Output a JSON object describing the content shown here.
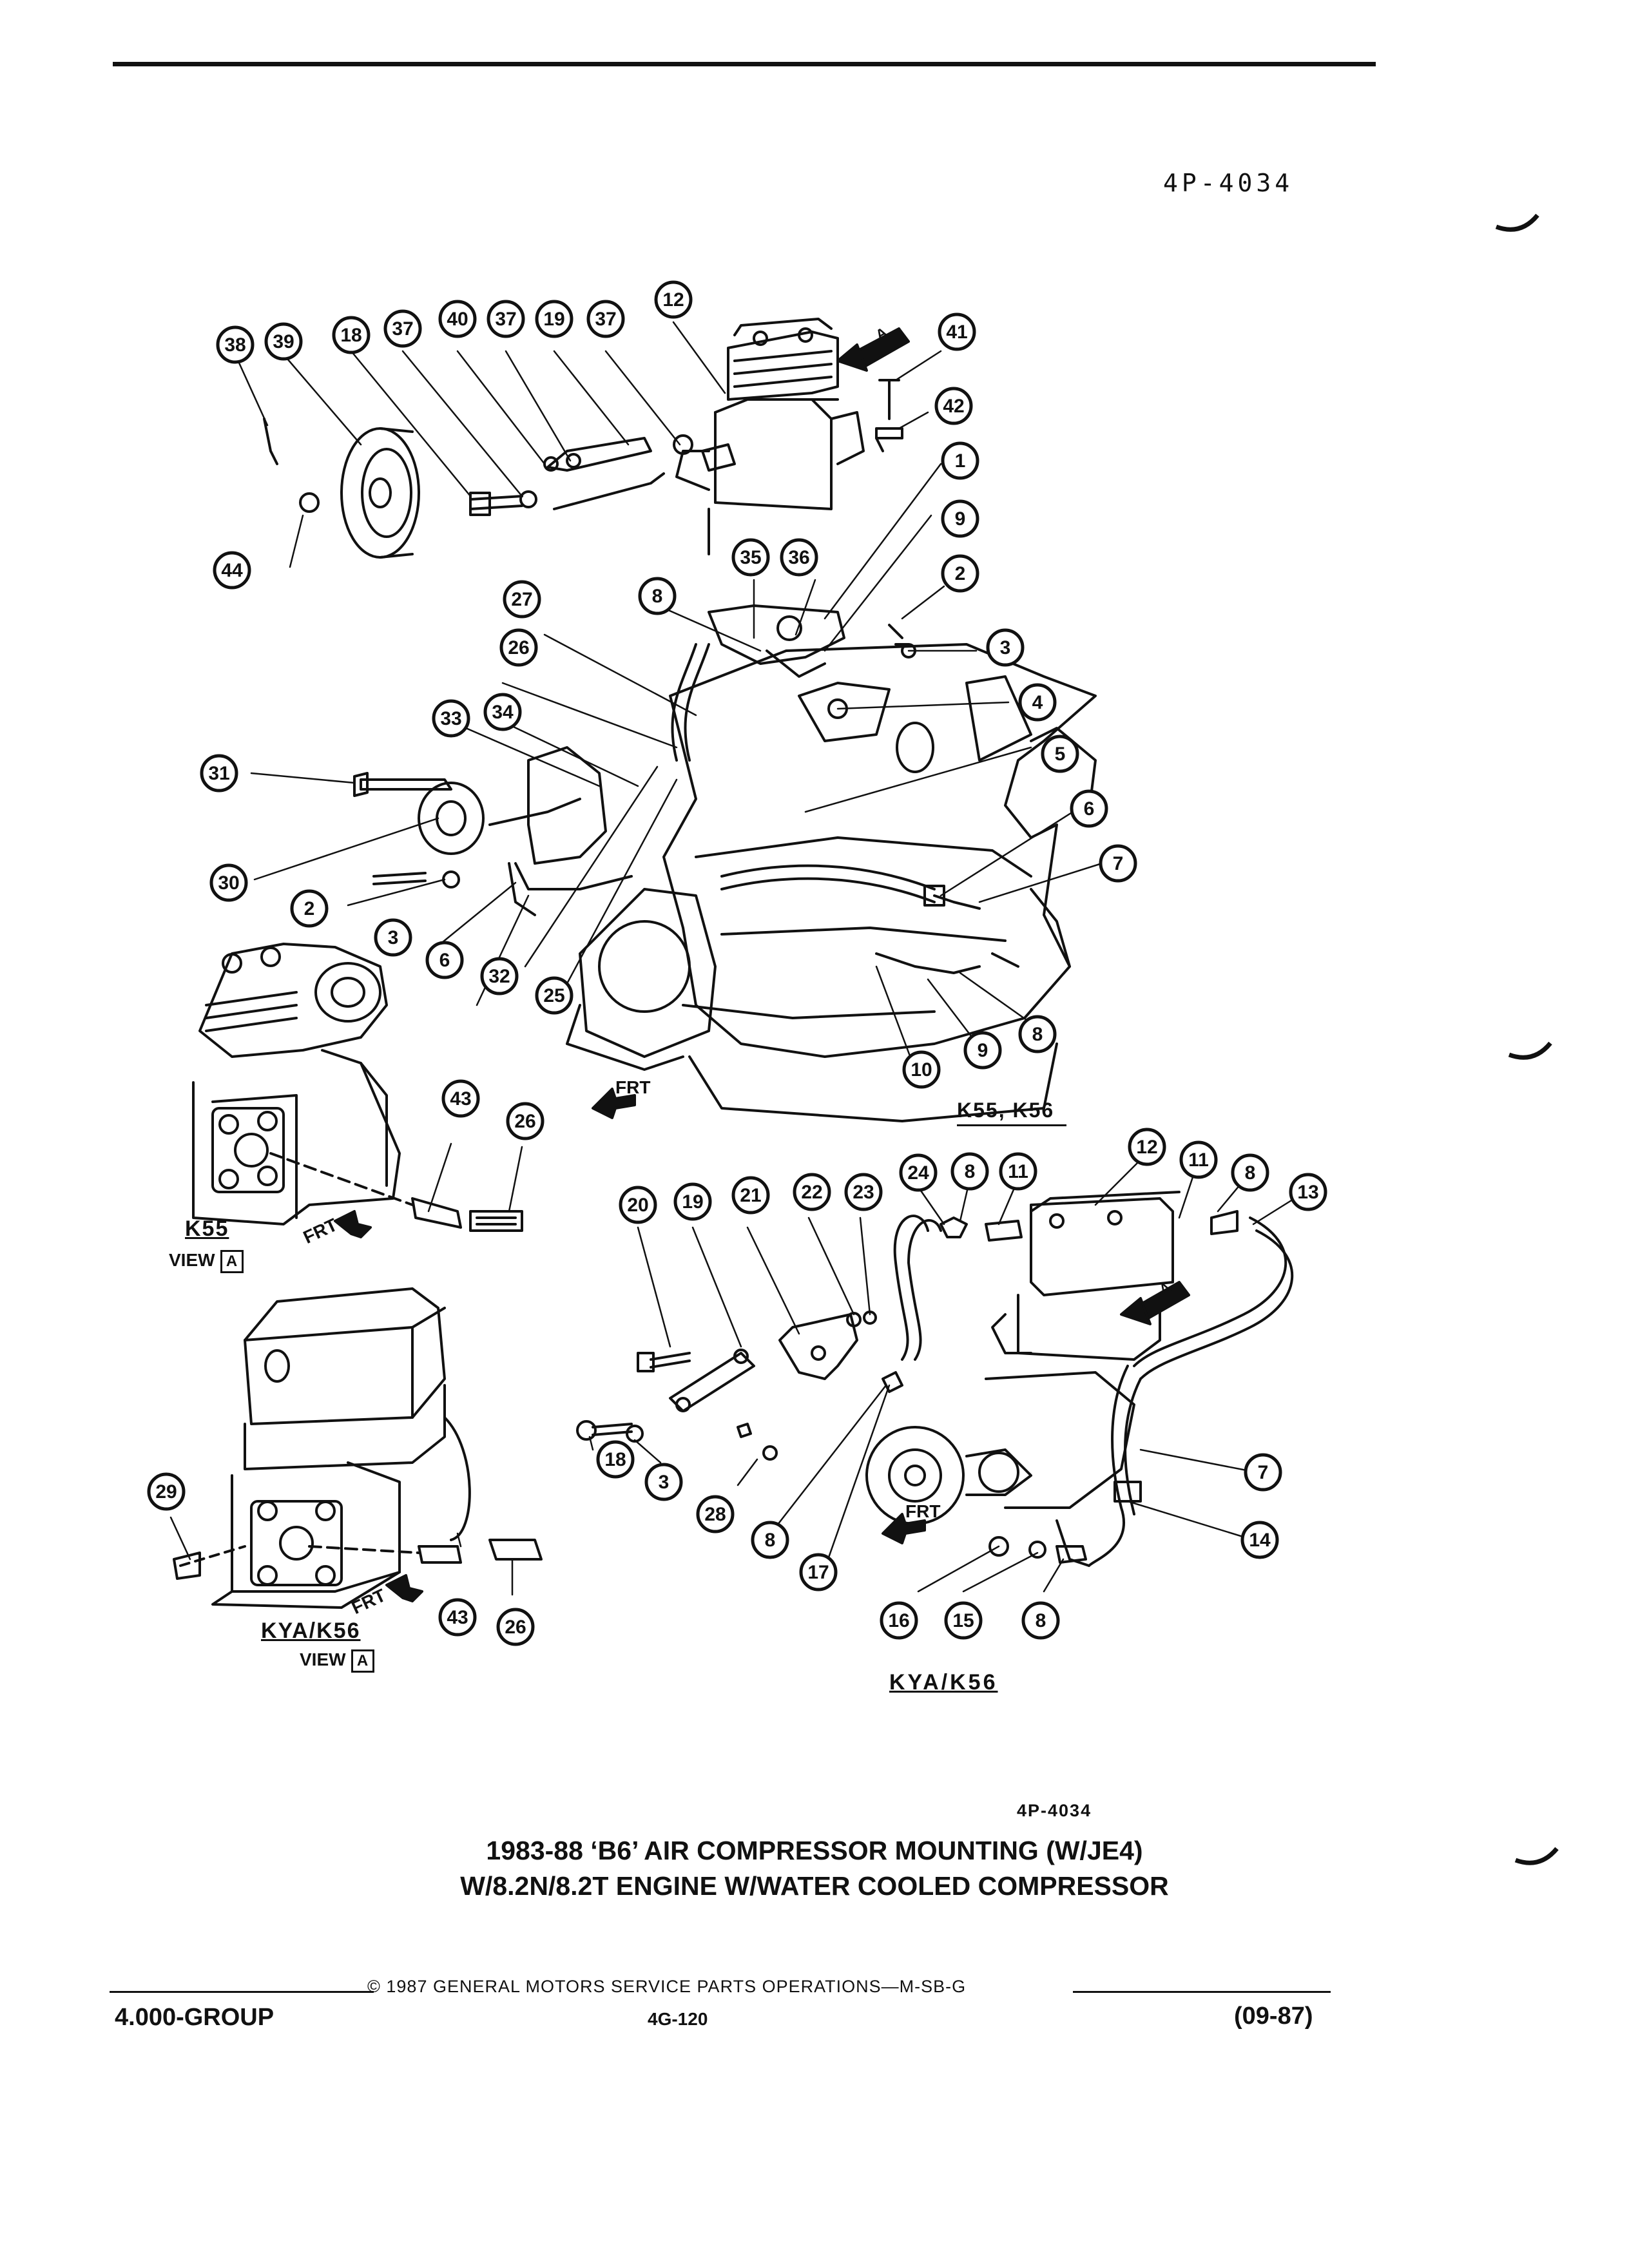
{
  "header": {
    "figure_number": "4P-4034"
  },
  "figure_ref": "4P-4034",
  "caption": {
    "line1": "1983-88 ‘B6’ AIR COMPRESSOR MOUNTING (W/JE4)",
    "line2": "W/8.2N/8.2T ENGINE W/WATER COOLED COMPRESSOR"
  },
  "footer": {
    "group": "4.000-GROUP",
    "copyright": "© 1987 GENERAL MOTORS SERVICE PARTS OPERATIONS—M-SB-G",
    "page": "4G-120",
    "date": "(09-87)"
  },
  "labels": {
    "k55_k56": "K55, K56",
    "k55": "K55",
    "kya_k56_view": "KYA/K56",
    "kya_k56_section": "KYA/K56",
    "view": "VIEW",
    "view_letter": "A",
    "arrow_letter": "A",
    "frt": "FRT"
  },
  "callouts": [
    {
      "id": "38",
      "n": "38"
    },
    {
      "id": "39",
      "n": "39"
    },
    {
      "id": "18a",
      "n": "18"
    },
    {
      "id": "37a",
      "n": "37"
    },
    {
      "id": "40",
      "n": "40"
    },
    {
      "id": "37b",
      "n": "37"
    },
    {
      "id": "19a",
      "n": "19"
    },
    {
      "id": "37c",
      "n": "37"
    },
    {
      "id": "12a",
      "n": "12"
    },
    {
      "id": "41",
      "n": "41"
    },
    {
      "id": "42",
      "n": "42"
    },
    {
      "id": "1",
      "n": "1"
    },
    {
      "id": "9a",
      "n": "9"
    },
    {
      "id": "2a",
      "n": "2"
    },
    {
      "id": "3a",
      "n": "3"
    },
    {
      "id": "4",
      "n": "4"
    },
    {
      "id": "5",
      "n": "5"
    },
    {
      "id": "6a",
      "n": "6"
    },
    {
      "id": "7a",
      "n": "7"
    },
    {
      "id": "44",
      "n": "44"
    },
    {
      "id": "35",
      "n": "35"
    },
    {
      "id": "36",
      "n": "36"
    },
    {
      "id": "8a",
      "n": "8"
    },
    {
      "id": "27",
      "n": "27"
    },
    {
      "id": "26a",
      "n": "26"
    },
    {
      "id": "33",
      "n": "33"
    },
    {
      "id": "34",
      "n": "34"
    },
    {
      "id": "31",
      "n": "31"
    },
    {
      "id": "30",
      "n": "30"
    },
    {
      "id": "2b",
      "n": "2"
    },
    {
      "id": "3b",
      "n": "3"
    },
    {
      "id": "6b",
      "n": "6"
    },
    {
      "id": "32",
      "n": "32"
    },
    {
      "id": "25",
      "n": "25"
    },
    {
      "id": "10",
      "n": "10"
    },
    {
      "id": "9b",
      "n": "9"
    },
    {
      "id": "8b",
      "n": "8"
    },
    {
      "id": "43a",
      "n": "43"
    },
    {
      "id": "26b",
      "n": "26"
    },
    {
      "id": "12b",
      "n": "12"
    },
    {
      "id": "11a",
      "n": "11"
    },
    {
      "id": "8c",
      "n": "8"
    },
    {
      "id": "13",
      "n": "13"
    },
    {
      "id": "24",
      "n": "24"
    },
    {
      "id": "8d",
      "n": "8"
    },
    {
      "id": "11b",
      "n": "11"
    },
    {
      "id": "20",
      "n": "20"
    },
    {
      "id": "19b",
      "n": "19"
    },
    {
      "id": "21",
      "n": "21"
    },
    {
      "id": "22",
      "n": "22"
    },
    {
      "id": "23",
      "n": "23"
    },
    {
      "id": "7b",
      "n": "7"
    },
    {
      "id": "14",
      "n": "14"
    },
    {
      "id": "29",
      "n": "29"
    },
    {
      "id": "18b",
      "n": "18"
    },
    {
      "id": "3c",
      "n": "3"
    },
    {
      "id": "28",
      "n": "28"
    },
    {
      "id": "8e",
      "n": "8"
    },
    {
      "id": "17",
      "n": "17"
    },
    {
      "id": "16",
      "n": "16"
    },
    {
      "id": "15",
      "n": "15"
    },
    {
      "id": "8f",
      "n": "8"
    },
    {
      "id": "43b",
      "n": "43"
    },
    {
      "id": "26c",
      "n": "26"
    }
  ]
}
